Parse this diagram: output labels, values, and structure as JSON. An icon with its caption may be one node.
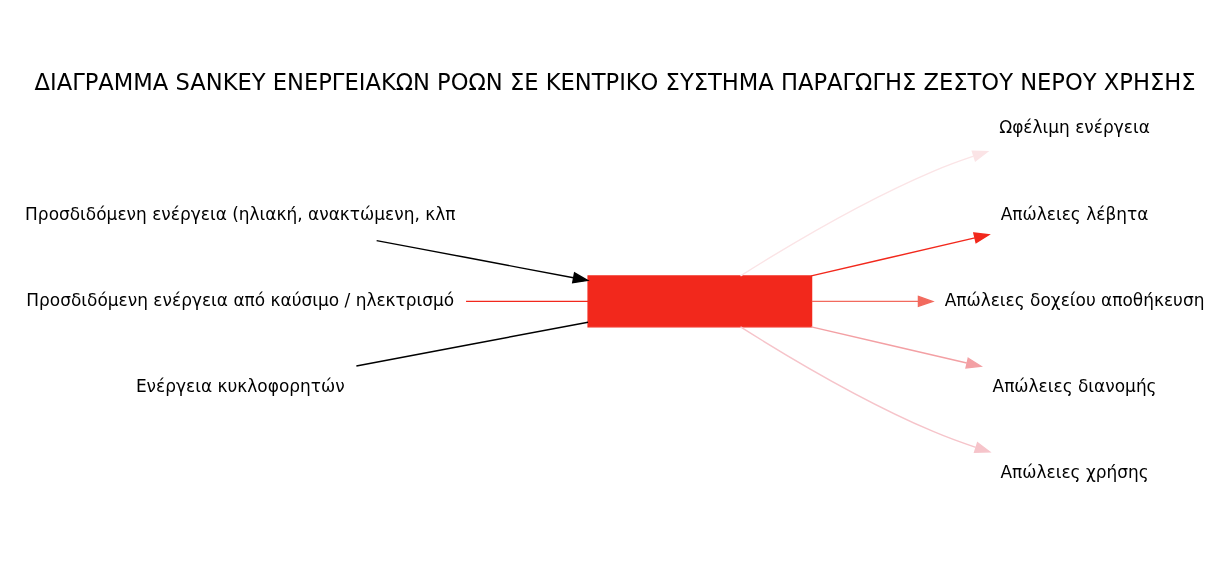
{
  "diagram": {
    "title": "ΔΙΑΓΡΑΜΜΑ SANKEY ΕΝΕΡΓΕΙΑΚΩΝ ΡΟΩΝ ΣΕ ΚΕΝΤΡΙΚΟ ΣΥΣΤΗΜΑ ΠΑΡΑΓΩΓΗΣ ΖΕΣΤΟΥ ΝΕΡΟΥ ΧΡΗΣΗΣ",
    "nodes": [
      {
        "text": [
          "Προσδιδόμενη ενέργεια (ηλιακή, ανακτώμενη, κλπ"
        ]
      },
      {
        "text": [
          "Προσδιδόμενη ενέργεια από καύσιμο / ηλεκτρισμό"
        ]
      },
      {
        "text": [
          "Ενέργεια κυκλοφορητών"
        ]
      },
      {
        "text": [],
        "shape": "bar"
      },
      {
        "text": [
          "Ωφέλιμη ενέργεια"
        ]
      },
      {
        "text": [
          "Απώλειες λέβητα"
        ]
      },
      {
        "text": [
          "Απώλειες δοχείου αποθήκευση"
        ]
      },
      {
        "text": [
          "Απώλειες διανομής"
        ]
      },
      {
        "text": [
          "Απώλειες χρήσης"
        ]
      }
    ],
    "edges": [
      {
        "from": 0,
        "to": 3,
        "arrow": "to",
        "color": "#000000"
      },
      {
        "from": 1,
        "to": 3,
        "arrow": "none",
        "color": "#f2281c"
      },
      {
        "from": 2,
        "to": 3,
        "arrow": "none",
        "color": "#000000"
      },
      {
        "from": 3,
        "to": 4,
        "arrow": "to",
        "color": "#fbe4e6"
      },
      {
        "from": 3,
        "to": 5,
        "arrow": "to",
        "color": "#f2281c"
      },
      {
        "from": 3,
        "to": 6,
        "arrow": "to",
        "color": "#f26a5e"
      },
      {
        "from": 3,
        "to": 7,
        "arrow": "to",
        "color": "#f3a0a4"
      },
      {
        "from": 3,
        "to": 8,
        "arrow": "to",
        "color": "#f6c4ca"
      }
    ]
  }
}
